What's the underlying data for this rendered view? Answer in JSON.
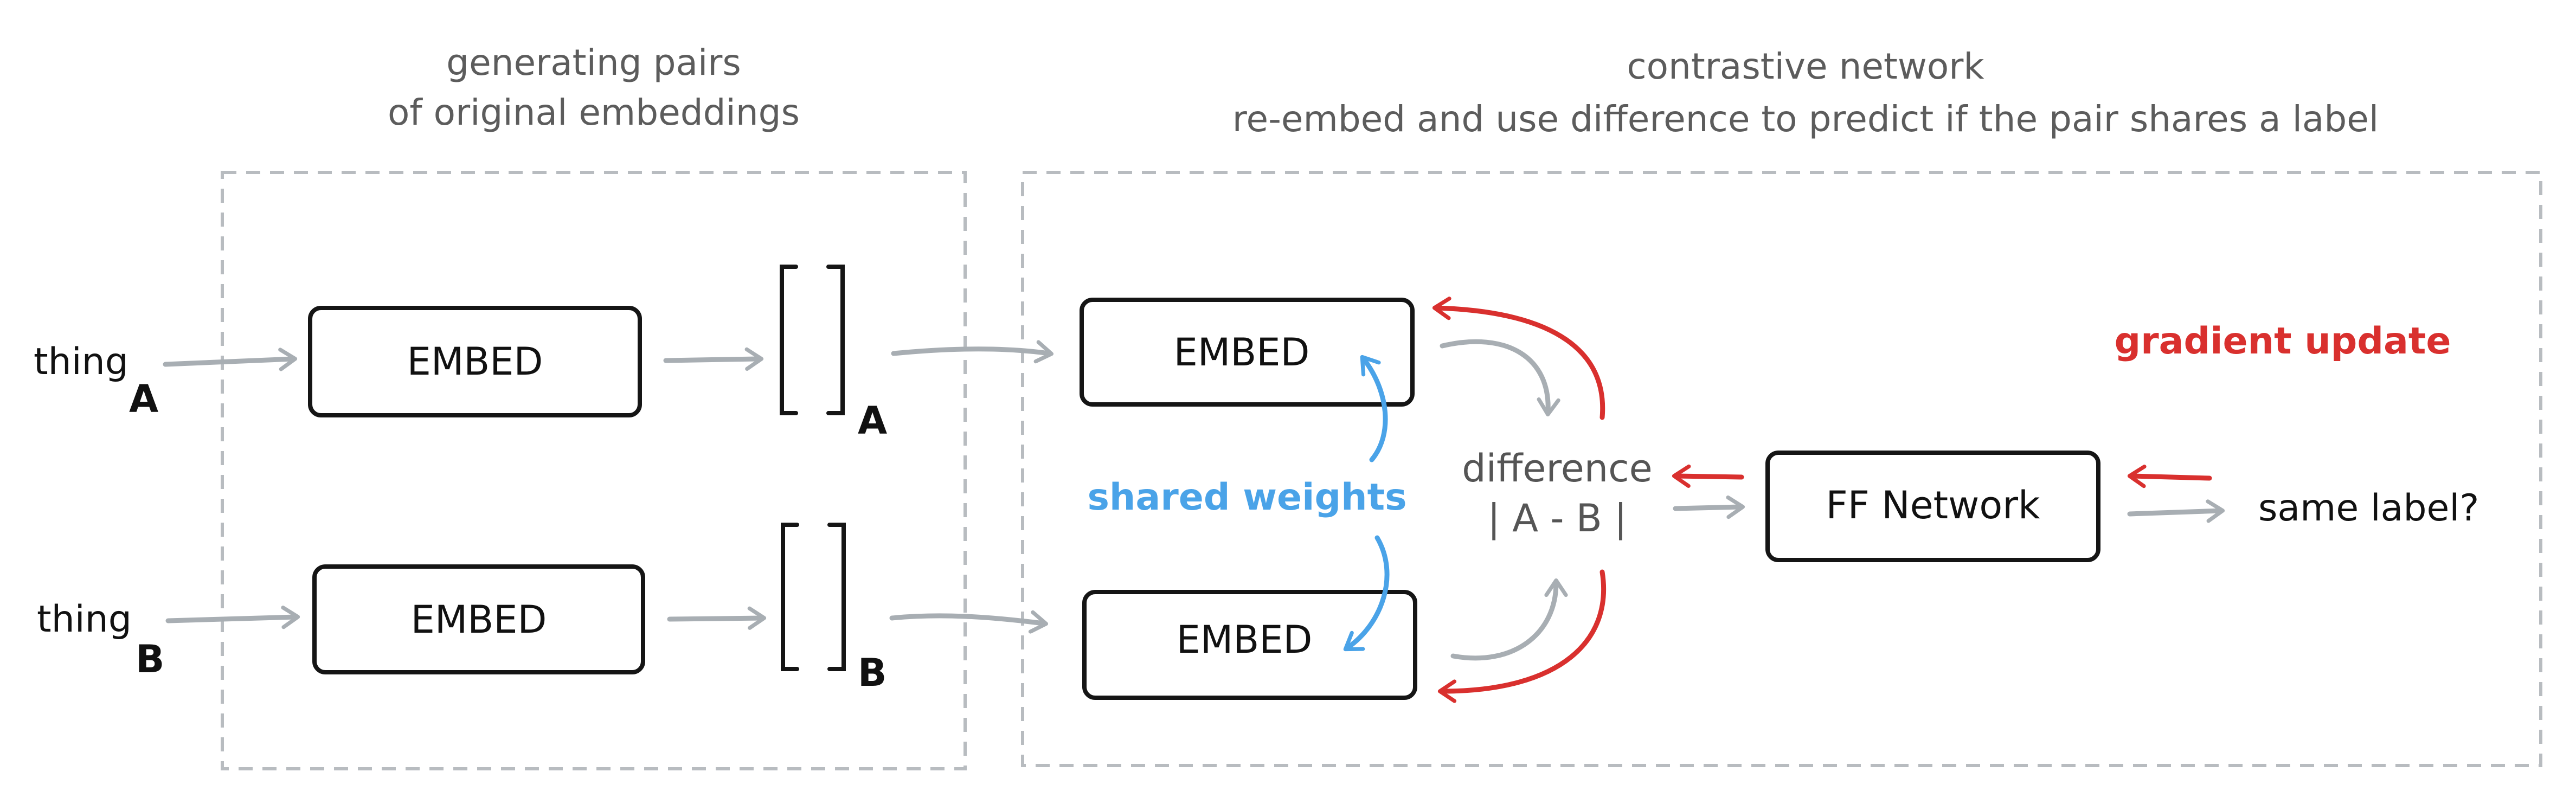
{
  "left_section": {
    "title_line1": "generating pairs",
    "title_line2": "of original embeddings",
    "embed_a": "EMBED",
    "embed_b": "EMBED",
    "input_a": "thing",
    "input_a_sub": "A",
    "input_b": "thing",
    "input_b_sub": "B",
    "vector_a_sub": "A",
    "vector_b_sub": "B"
  },
  "right_section": {
    "title_line1": "contrastive network",
    "title_line2": "re-embed and use difference to predict if the pair shares a label",
    "embed_a": "EMBED",
    "embed_b": "EMBED",
    "shared_weights": "shared weights",
    "difference_line1": "difference",
    "difference_line2": "| A - B |",
    "ff_network": "FF Network",
    "output": "same label?",
    "gradient_update": "gradient update"
  },
  "colors": {
    "gray_arrow": "#a8aeb3",
    "red_arrow": "#d9302e",
    "blue_arrow": "#4aa3e8",
    "frame": "#b8bcc0"
  }
}
